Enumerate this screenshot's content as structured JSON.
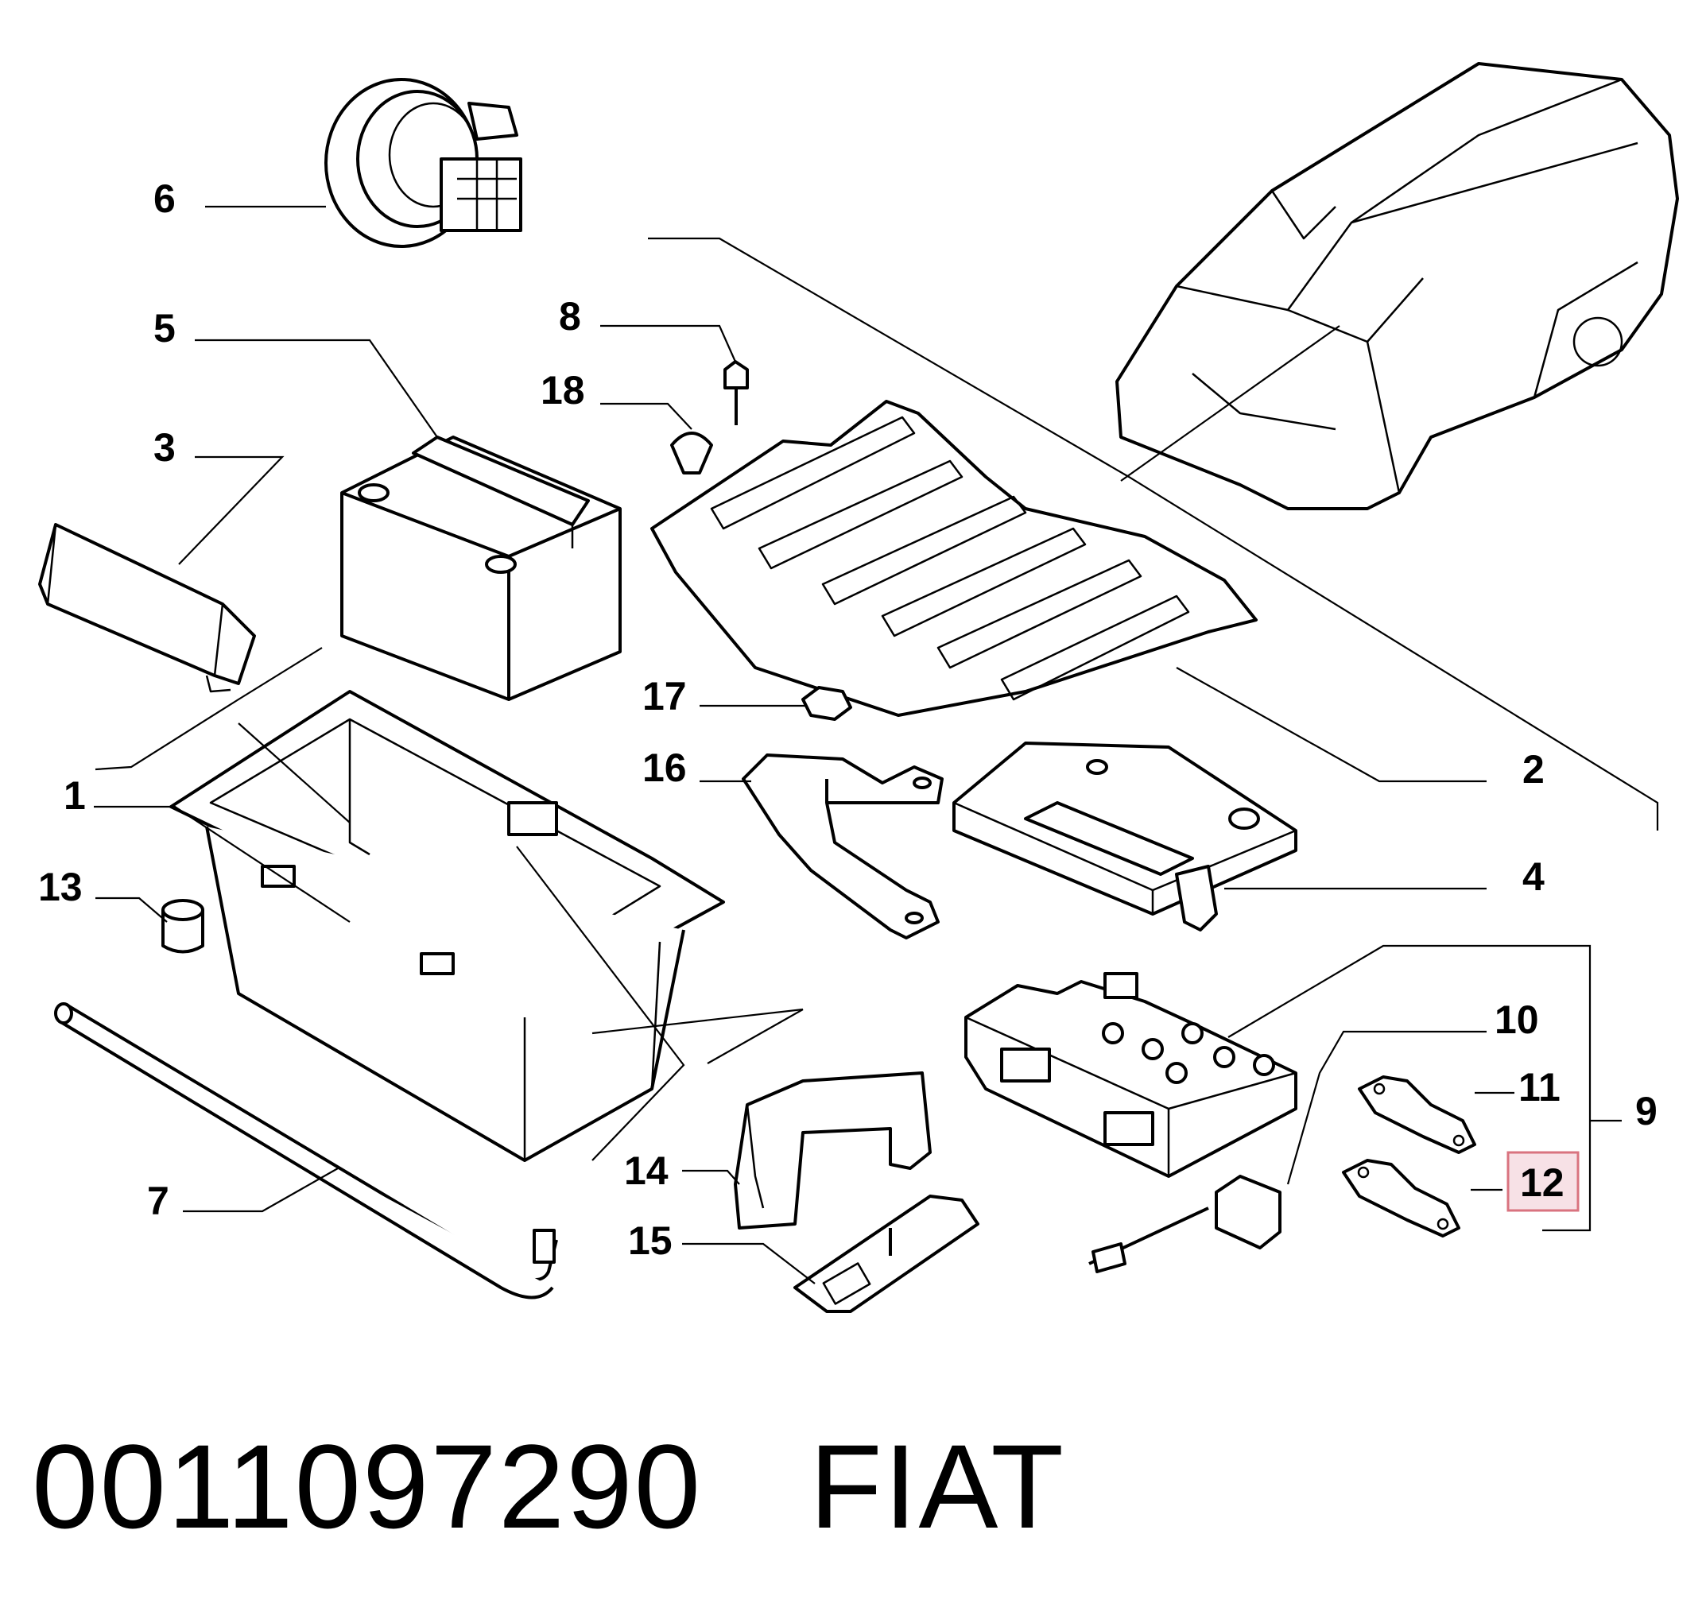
{
  "callouts": {
    "c1": "1",
    "c2": "2",
    "c3": "3",
    "c4": "4",
    "c5": "5",
    "c6": "6",
    "c7": "7",
    "c8": "8",
    "c9": "9",
    "c10": "10",
    "c11": "11",
    "c12": "12",
    "c13": "13",
    "c14": "14",
    "c15": "15",
    "c16": "16",
    "c17": "17",
    "c18": "18"
  },
  "highlighted_callout": "12",
  "colors": {
    "highlight_fill": "#f7e1e6",
    "highlight_border": "#d9737f",
    "line": "#000000"
  },
  "footer": {
    "part_number": "0011097290",
    "brand": "FIAT"
  }
}
